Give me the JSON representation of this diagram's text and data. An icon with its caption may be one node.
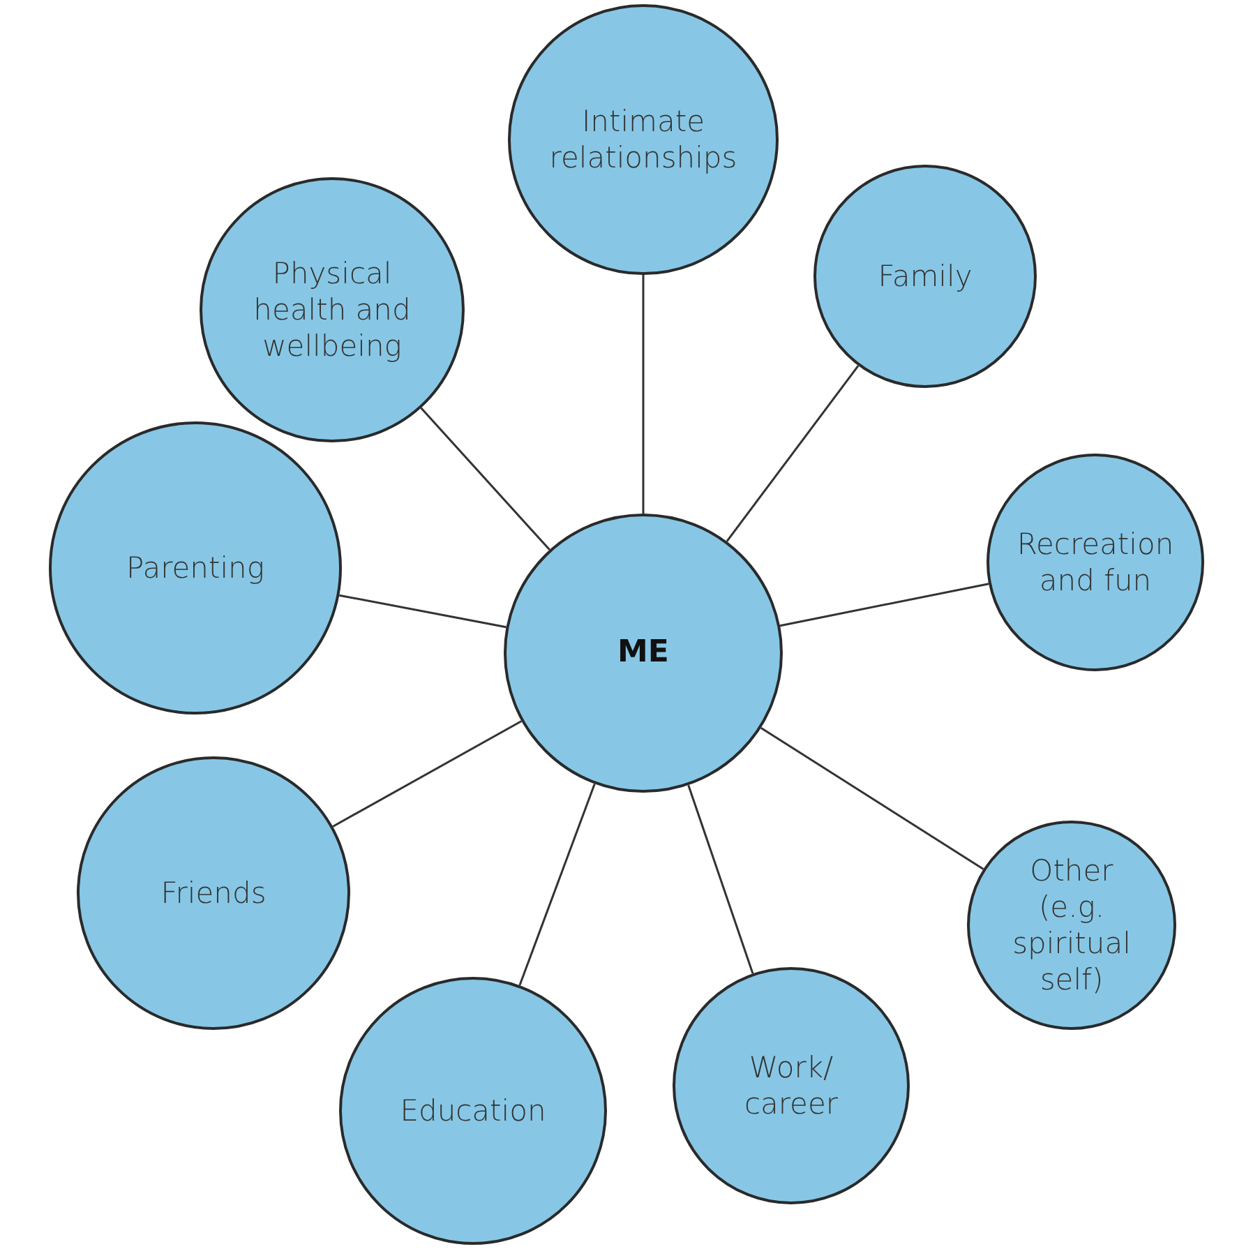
{
  "diagram": {
    "nodes": [
      {
        "text": [
          "Intimate relationships"
        ]
      },
      {
        "text": [
          "Physical health and wellbeing"
        ]
      },
      {
        "text": [
          "Family"
        ]
      },
      {
        "text": [
          "Parenting"
        ]
      },
      {
        "text": [
          "ME"
        ]
      },
      {
        "text": [
          "Recreation and fun"
        ]
      },
      {
        "text": [
          "Other (e.g. spiritual self)"
        ]
      },
      {
        "text": [
          "Friends"
        ]
      },
      {
        "text": [
          "Education"
        ]
      },
      {
        "text": [
          "Work/ career"
        ]
      }
    ],
    "edges": [
      {
        "from": 4,
        "to": 0,
        "arrow": "none"
      },
      {
        "from": 4,
        "to": 1,
        "arrow": "none"
      },
      {
        "from": 4,
        "to": 2,
        "arrow": "none"
      },
      {
        "from": 4,
        "to": 3,
        "arrow": "none"
      },
      {
        "from": 4,
        "to": 5,
        "arrow": "none"
      },
      {
        "from": 4,
        "to": 6,
        "arrow": "none"
      },
      {
        "from": 4,
        "to": 7,
        "arrow": "none"
      },
      {
        "from": 4,
        "to": 8,
        "arrow": "none"
      },
      {
        "from": 4,
        "to": 9,
        "arrow": "none"
      }
    ]
  }
}
